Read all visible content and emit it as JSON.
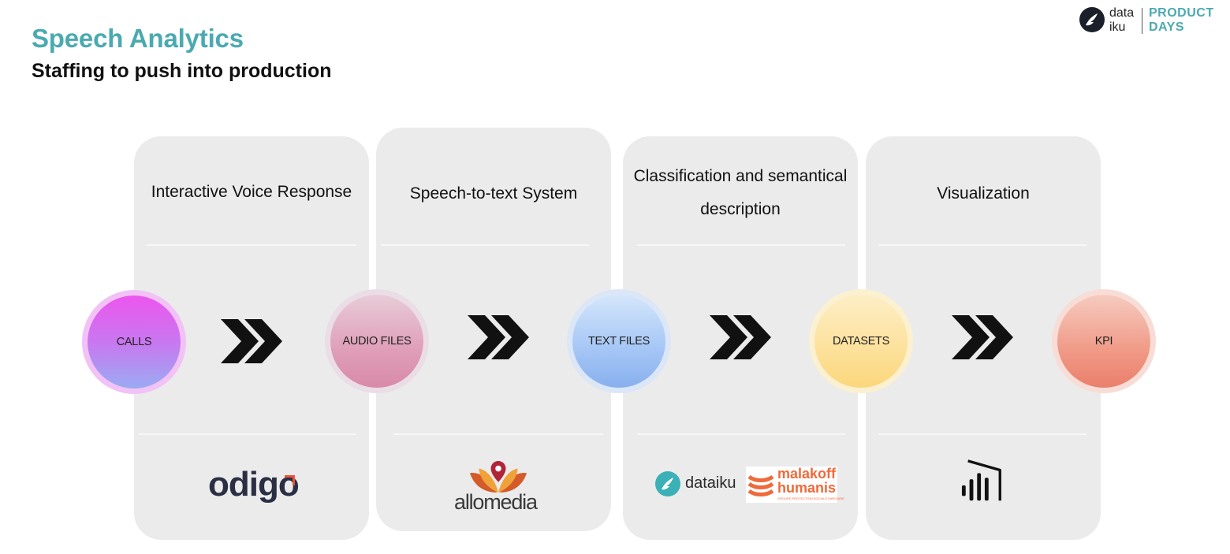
{
  "header": {
    "title": "Speech Analytics",
    "subtitle": "Staffing to push into production"
  },
  "brand": {
    "word_line1": "data",
    "word_line2": "iku",
    "event_line1": "PRODUCT",
    "event_line2": "DAYS"
  },
  "stages": [
    {
      "title": "Interactive Voice Response",
      "logos": [
        "odigo"
      ]
    },
    {
      "title": "Speech-to-text System",
      "logos": [
        "allomedia"
      ]
    },
    {
      "title_line1": "Classification and semantical",
      "title_line2": "description",
      "logos": [
        "dataiku",
        "malakoff humanis"
      ]
    },
    {
      "title": "Visualization",
      "logos": [
        "power-bi-icon"
      ]
    }
  ],
  "nodes": [
    {
      "label": "CALLS",
      "color": "#e45cee"
    },
    {
      "label": "AUDIO FILES",
      "color": "#dc94b2"
    },
    {
      "label": "TEXT FILES",
      "color": "#9bbcf2"
    },
    {
      "label": "DATASETS",
      "color": "#fcdc8c"
    },
    {
      "label": "KPI",
      "color": "#ee8c78"
    }
  ],
  "logos": {
    "odigo": "odigo",
    "allomedia": "allomedia",
    "dataiku": "dataiku",
    "malakoff_line1": "malakoff",
    "malakoff_line2": "humanis",
    "malakoff_tagline": "GROUPE PROTECTION SOCIALE PARITAIRE"
  },
  "colors": {
    "accent": "#4aaab0",
    "card": "#ebebeb",
    "malakoff": "#ef6a3a"
  }
}
